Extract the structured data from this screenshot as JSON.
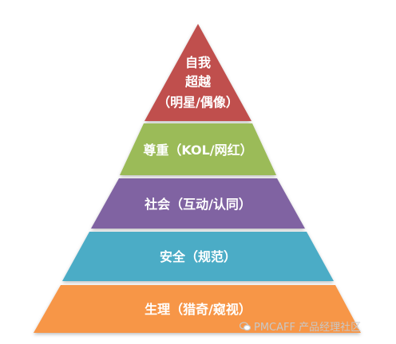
{
  "pyramid": {
    "levels": [
      {
        "lines": [
          "自我",
          "超越",
          "（明星/偶像）"
        ],
        "color": "#c0504d"
      },
      {
        "lines": [
          "尊重（KOL/网红）"
        ],
        "color": "#9bbb59"
      },
      {
        "lines": [
          "社会（互动/认同）"
        ],
        "color": "#8064a2"
      },
      {
        "lines": [
          "安全（规范）"
        ],
        "color": "#4bacc6"
      },
      {
        "lines": [
          "生理（猎奇/窥视）"
        ],
        "color": "#f79646"
      }
    ]
  },
  "watermark": {
    "text": "PMCAFF 产品经理社区",
    "icon": "chat-bubbles-icon"
  }
}
